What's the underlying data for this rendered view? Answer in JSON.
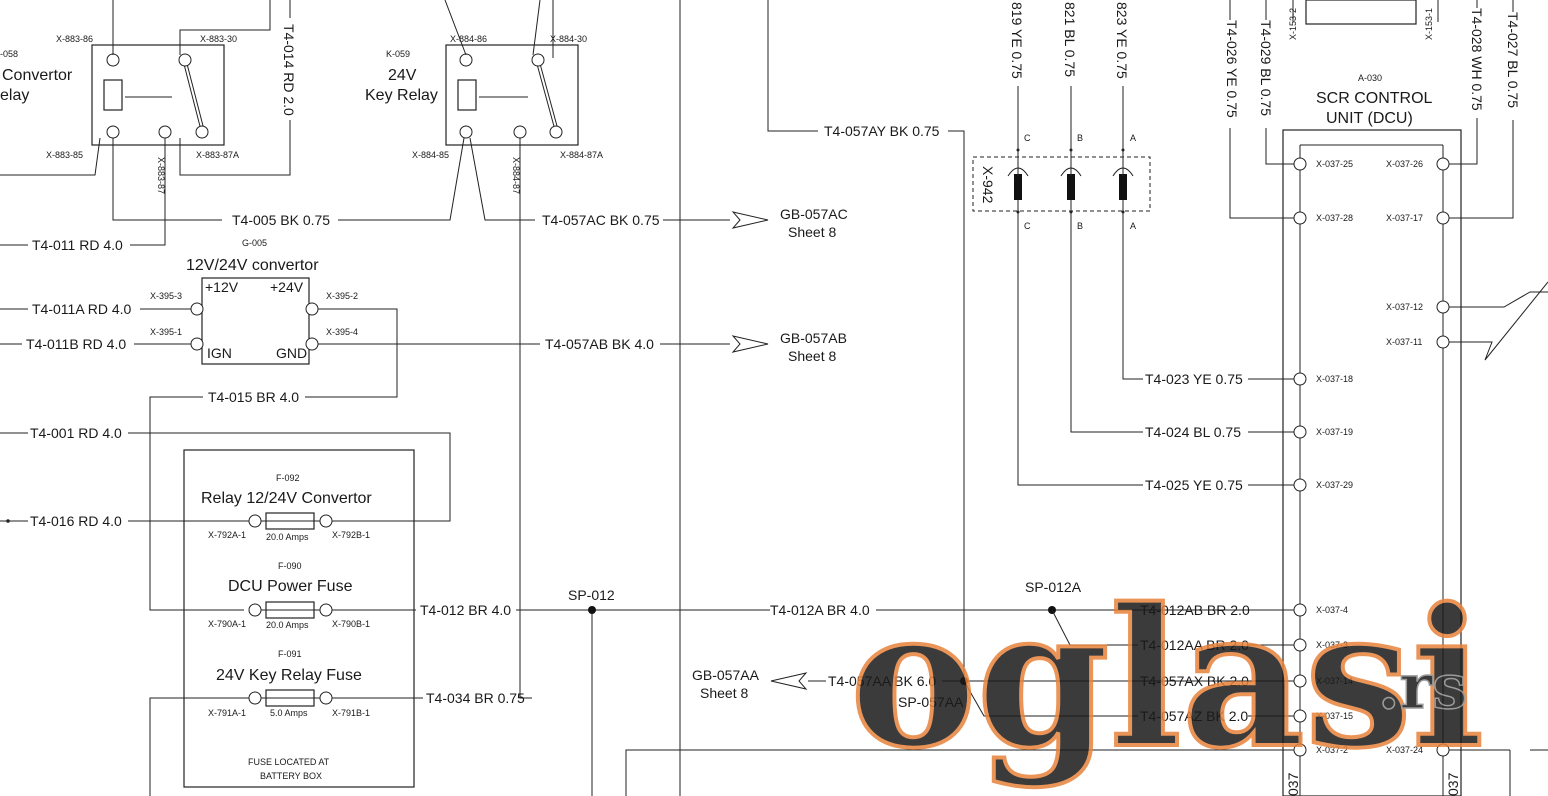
{
  "relays": {
    "k058": {
      "label1": "Convertor",
      "label2": "elay",
      "id": "-058",
      "t86": "X-883-86",
      "t30": "X-883-30",
      "t85": "X-883-85",
      "t87": "X-883-87",
      "t87a": "X-883-87A"
    },
    "k059": {
      "id": "K-059",
      "label1": "24V",
      "label2": "Key Relay",
      "t86": "X-884-86",
      "t30": "X-884-30",
      "t85": "X-884-85",
      "t87": "X-884-87",
      "t87a": "X-884-87A"
    }
  },
  "convertor": {
    "id": "G-005",
    "title": "12V/24V convertor",
    "p12": "+12V",
    "p24": "+24V",
    "ign": "IGN",
    "gnd": "GND",
    "t3": "X-395-3",
    "t1": "X-395-1",
    "t2": "X-395-2",
    "t4": "X-395-4"
  },
  "fuses": {
    "f092": {
      "id": "F-092",
      "title": "Relay 12/24V Convertor",
      "amps": "20.0 Amps",
      "a": "X-792A-1",
      "b": "X-792B-1"
    },
    "f090": {
      "id": "F-090",
      "title": "DCU Power Fuse",
      "amps": "20.0 Amps",
      "a": "X-790A-1",
      "b": "X-790B-1"
    },
    "f091": {
      "id": "F-091",
      "title": "24V Key Relay Fuse",
      "amps": "5.0 Amps",
      "a": "X-791A-1",
      "b": "X-791B-1"
    },
    "note1": "FUSE LOCATED AT",
    "note2": "BATTERY BOX"
  },
  "wires": {
    "t4014": "T4-014 RD 2.0",
    "t4005": "T4-005 BK 0.75",
    "t4057ac": "T4-057AC BK 0.75",
    "t4011": "T4-011 RD 4.0",
    "t4011a": "T4-011A RD 4.0",
    "t4011b": "T4-011B RD 4.0",
    "t4057ab": "T4-057AB BK 4.0",
    "t4015": "T4-015 BR 4.0",
    "t4001": "T4-001 RD 4.0",
    "t4016": "T4-016 RD 4.0",
    "t4012": "T4-012 BR 4.0",
    "t4034": "T4-034 BR 0.75",
    "t4057ay": "T4-057AY BK 0.75",
    "t4012a": "T4-012A BR 4.0",
    "t4012ab": "T4-012AB BR 2.0",
    "t4012aa": "T4-012AA BR 2.0",
    "t4057aa": "T4-057AA BK 6.0",
    "t4057ax": "T4-057AX BK 2.0",
    "t4057az": "T4-057AZ BK 2.0",
    "t4023": "T4-023 YE 0.75",
    "t4024": "T4-024 BL 0.75",
    "t4025": "T4-025 YE 0.75",
    "v819": "819 YE 0.75",
    "v821": "821 BL 0.75",
    "v823": "823 YE 0.75",
    "t4026": "T4-026 YE 0.75",
    "t4029": "T4-029 BL 0.75",
    "t4028": "T4-028 WH 0.75",
    "t4027": "T4-027 BL 0.75"
  },
  "refs": {
    "gb057ac": "GB-057AC",
    "gb057ab": "GB-057AB",
    "gb057aa": "GB-057AA",
    "sheet": "Sheet 8"
  },
  "splices": {
    "sp012": "SP-012",
    "sp012a": "SP-012A",
    "sp057aa": "SP-057AA"
  },
  "connector": {
    "id": "X-942",
    "c": "C",
    "b": "B",
    "a": "A"
  },
  "dcu": {
    "id": "A-030",
    "title1": "SCR CONTROL",
    "title2": "UNIT (DCU)",
    "x1532": "X-153-2",
    "x1531": "X-153-1",
    "left_pins": [
      "X-037-25",
      "X-037-28",
      "X-037-18",
      "X-037-19",
      "X-037-29",
      "X-037-4",
      "X-037-3",
      "X-037-14",
      "X-037-15",
      "X-037-2"
    ],
    "right_pins": [
      "X-037-26",
      "X-037-17",
      "X-037-12",
      "X-037-11",
      "X-037-24"
    ],
    "footer": "037"
  },
  "watermark": {
    "main": "oglasi",
    "suffix": ".rs"
  }
}
